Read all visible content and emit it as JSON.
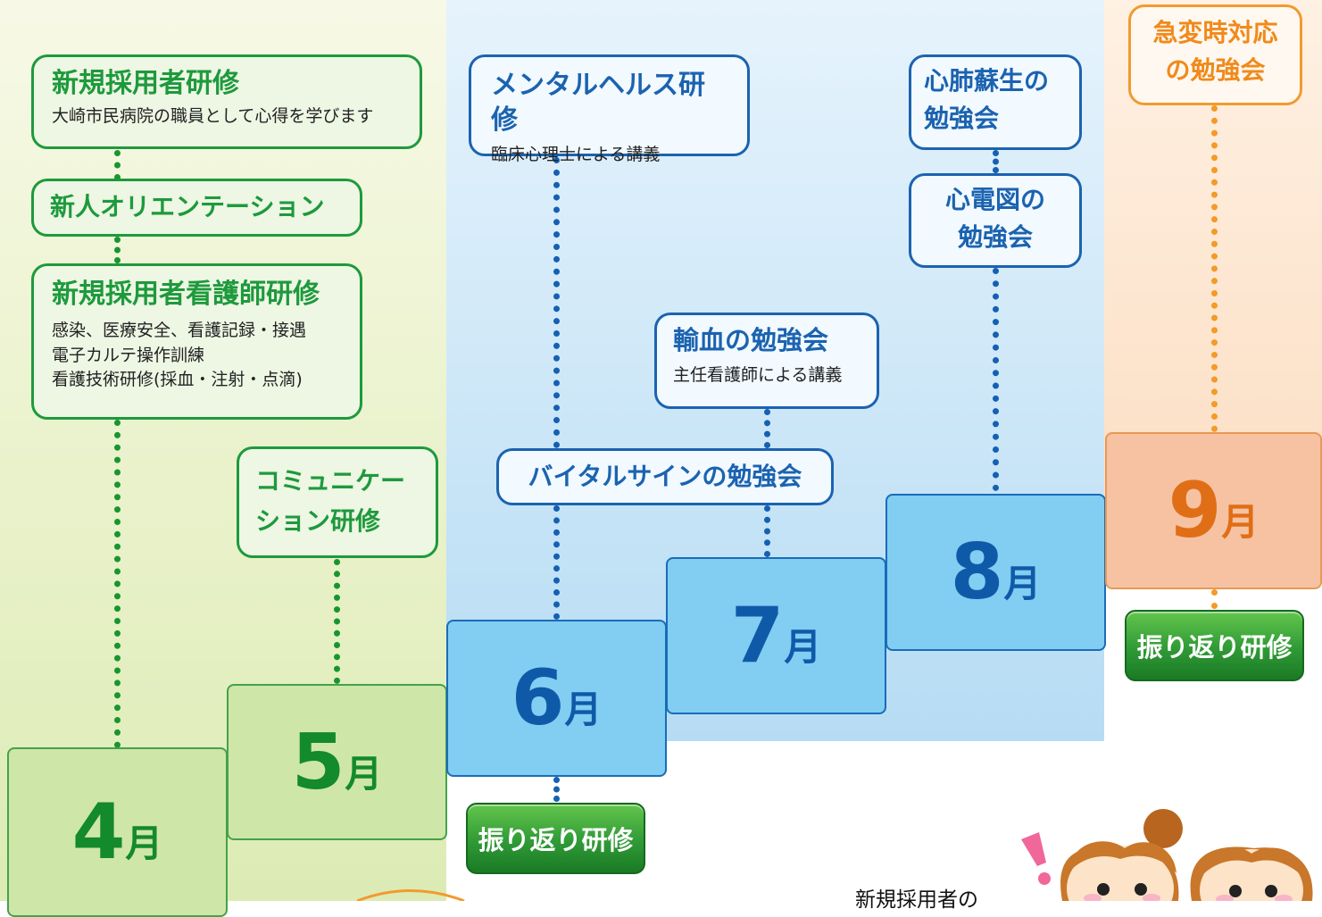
{
  "colors": {
    "green": "#1d9a3c",
    "blue": "#1b63b0",
    "orange": "#f29a2e"
  },
  "training": {
    "new_hire": {
      "title": "新規採用者研修",
      "desc": "大崎市民病院の職員として心得を学びます"
    },
    "orientation": {
      "title": "新人オリエンテーション"
    },
    "nurse_training": {
      "title": "新規採用者看護師研修",
      "lines": [
        "感染、医療安全、看護記録・接遇",
        "電子カルテ操作訓練",
        "看護技術研修(採血・注射・点滴)"
      ]
    },
    "communication": {
      "lines": [
        "コミュニケー",
        "ション研修"
      ]
    },
    "mental_health": {
      "title": "メンタルヘルス研修",
      "desc": "臨床心理士による講義"
    },
    "vital_signs": {
      "title": "バイタルサインの勉強会"
    },
    "transfusion": {
      "title": "輸血の勉強会",
      "desc": "主任看護師による講義"
    },
    "cpr": {
      "lines": [
        "心肺蘇生の",
        "勉強会"
      ]
    },
    "ecg": {
      "lines": [
        "心電図の",
        "勉強会"
      ]
    },
    "emergency": {
      "lines": [
        "急変時対応",
        "の勉強会"
      ]
    }
  },
  "months": {
    "apr": {
      "num": "4",
      "unit": "月"
    },
    "may": {
      "num": "5",
      "unit": "月"
    },
    "jun": {
      "num": "6",
      "unit": "月"
    },
    "jul": {
      "num": "7",
      "unit": "月"
    },
    "aug": {
      "num": "8",
      "unit": "月"
    },
    "sep": {
      "num": "9",
      "unit": "月"
    }
  },
  "buttons": {
    "review_jun": "振り返り研修",
    "review_sep": "振り返り研修"
  },
  "footer": {
    "note": "新規採用者の"
  },
  "illustration": {
    "icon": "two-nurses-illustration"
  }
}
